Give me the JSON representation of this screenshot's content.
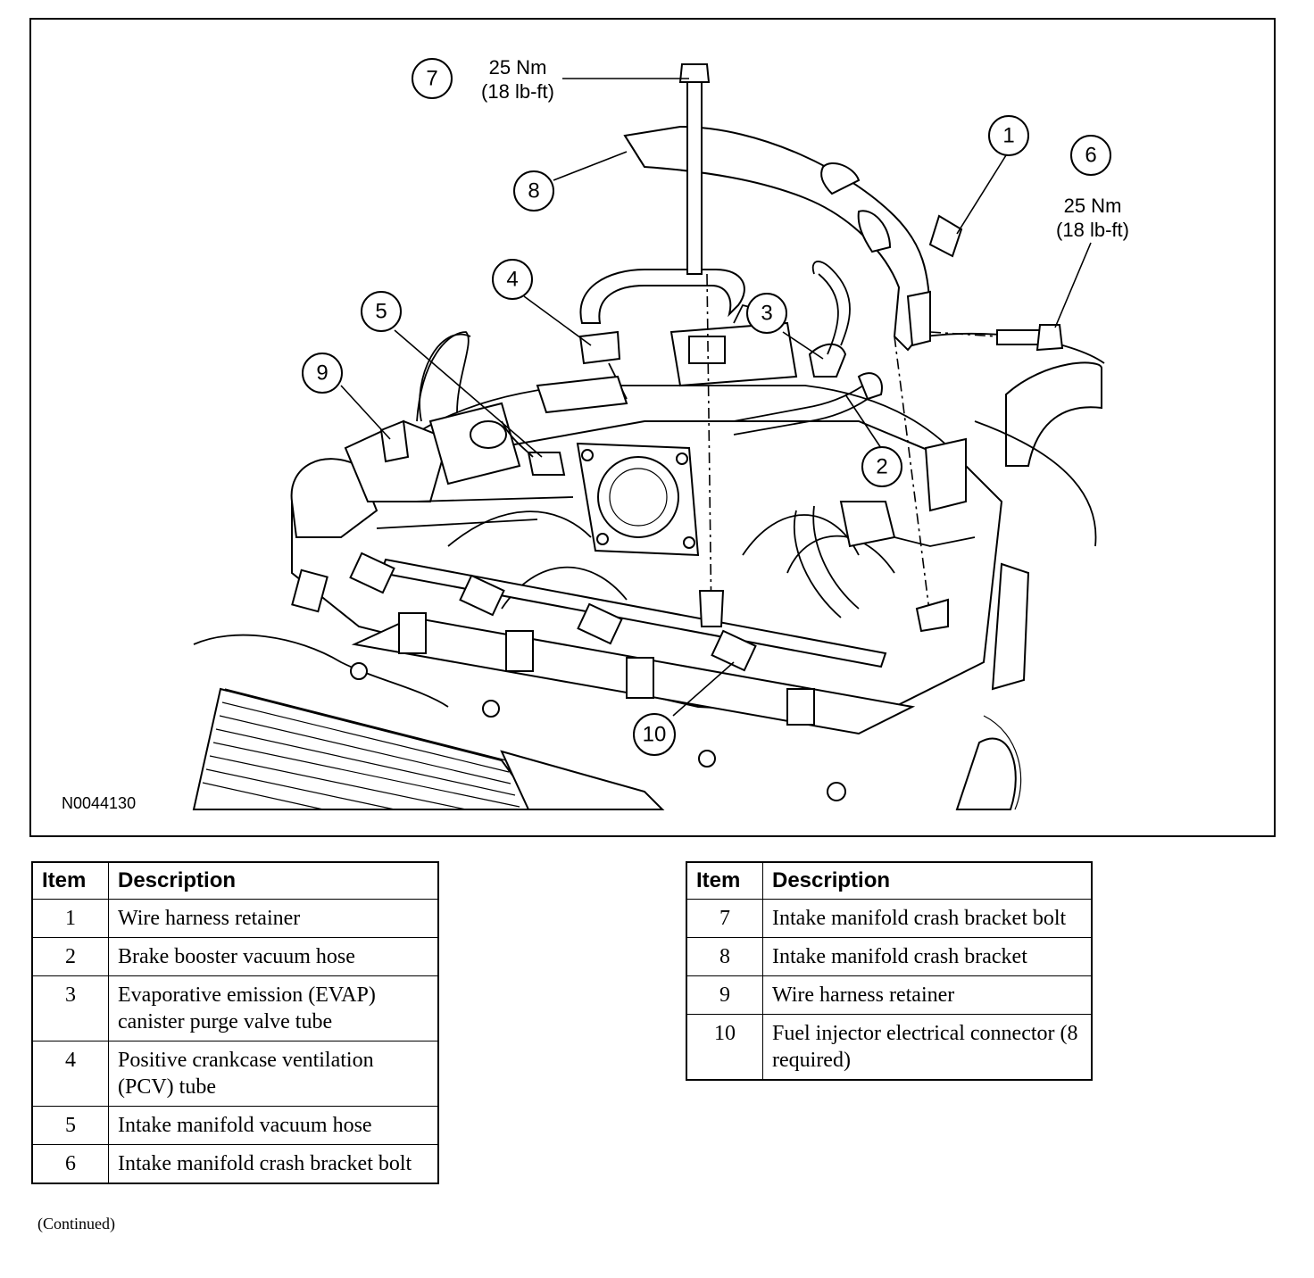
{
  "figure": {
    "figure_id": "N0044130",
    "callouts": [
      {
        "number": "1",
        "torque_nm": "",
        "torque_lbft": ""
      },
      {
        "number": "2",
        "torque_nm": "",
        "torque_lbft": ""
      },
      {
        "number": "3",
        "torque_nm": "",
        "torque_lbft": ""
      },
      {
        "number": "4",
        "torque_nm": "",
        "torque_lbft": ""
      },
      {
        "number": "5",
        "torque_nm": "",
        "torque_lbft": ""
      },
      {
        "number": "6",
        "torque_nm": "25 Nm",
        "torque_lbft": "(18 lb-ft)"
      },
      {
        "number": "7",
        "torque_nm": "25 Nm",
        "torque_lbft": "(18 lb-ft)"
      },
      {
        "number": "8",
        "torque_nm": "",
        "torque_lbft": ""
      },
      {
        "number": "9",
        "torque_nm": "",
        "torque_lbft": ""
      },
      {
        "number": "10",
        "torque_nm": "",
        "torque_lbft": ""
      }
    ]
  },
  "legend": {
    "header_item": "Item",
    "header_description": "Description",
    "left_rows": [
      {
        "item": "1",
        "description": "Wire harness retainer"
      },
      {
        "item": "2",
        "description": "Brake booster vacuum hose"
      },
      {
        "item": "3",
        "description": "Evaporative emission (EVAP) canister purge valve tube"
      },
      {
        "item": "4",
        "description": "Positive crankcase ventilation (PCV) tube"
      },
      {
        "item": "5",
        "description": "Intake manifold vacuum hose"
      },
      {
        "item": "6",
        "description": "Intake manifold crash bracket bolt"
      }
    ],
    "right_rows": [
      {
        "item": "7",
        "description": "Intake manifold crash bracket bolt"
      },
      {
        "item": "8",
        "description": "Intake manifold crash bracket"
      },
      {
        "item": "9",
        "description": "Wire harness retainer"
      },
      {
        "item": "10",
        "description": "Fuel injector electrical connector (8 required)"
      }
    ],
    "continued": "(Continued)"
  }
}
